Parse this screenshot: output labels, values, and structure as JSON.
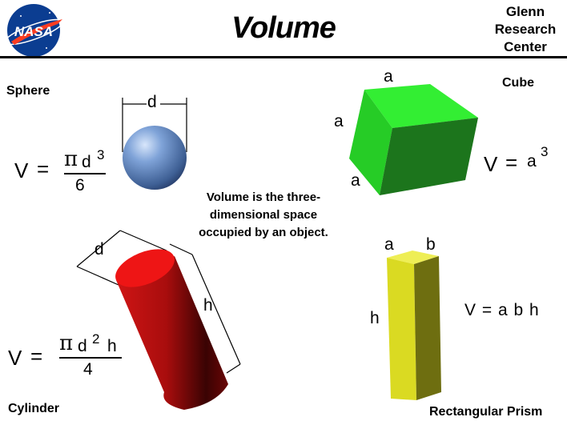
{
  "header": {
    "logo_text": "NASA",
    "title": "Volume",
    "center_line1": "Glenn",
    "center_line2": "Research",
    "center_line3": "Center"
  },
  "description": "Volume is the three-dimensional space occupied by an object.",
  "sphere": {
    "label": "Sphere",
    "dim": "d",
    "formula_v": "V",
    "formula_eq": "=",
    "formula_pi": "π",
    "formula_num": "d",
    "formula_exp": "3",
    "formula_den": "6"
  },
  "cube": {
    "label": "Cube",
    "dim_top": "a",
    "dim_left": "a",
    "dim_bottom": "a",
    "formula_v": "V",
    "formula_eq": "=",
    "formula_base": "a",
    "formula_exp": "3"
  },
  "cylinder": {
    "label": "Cylinder",
    "dim_d": "d",
    "dim_h": "h",
    "formula_v": "V",
    "formula_eq": "=",
    "formula_pi": "π",
    "formula_num": "d",
    "formula_exp": "2",
    "formula_h": "h",
    "formula_den": "4"
  },
  "prism": {
    "label": "Rectangular Prism",
    "dim_a": "a",
    "dim_b": "b",
    "dim_h": "h",
    "formula": "V = a b h"
  },
  "colors": {
    "sphere": "#7a9fd6",
    "cube": "#22cc22",
    "cylinder": "#c01010",
    "prism": "#d8d820",
    "nasa_blue": "#0b3d91",
    "nasa_red": "#fc3d21"
  }
}
